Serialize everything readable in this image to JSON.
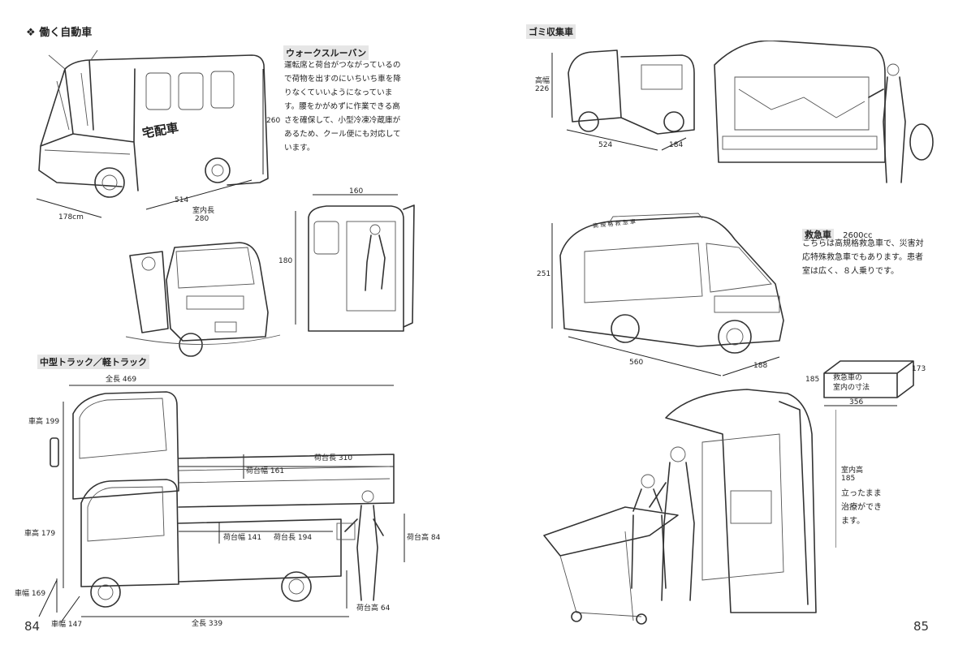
{
  "left_page": {
    "section_title": "働く自動車",
    "van": {
      "title": "ウォークスルーバン",
      "description_lines": [
        "運転席と荷台がつながっているの",
        "で荷物を出すのにいちいち車を降",
        "りなくていいようになっていま",
        "す。腰をかがめずに作業できる高",
        "さを確保して、小型冷凍冷蔵庫が",
        "あるため、クール便にも対応して",
        "います。"
      ],
      "side_text": "宅配車",
      "dims": {
        "height": "260",
        "length": "514",
        "width": "178cm",
        "interior_length": "室内長",
        "interior_length_value": "280",
        "door_width": "160",
        "door_height": "180"
      }
    },
    "truck": {
      "title": "中型トラック／軽トラック",
      "dims": {
        "total_length_large": "全長 469",
        "height_large": "車高 199",
        "bed_length_large": "荷台長 310",
        "bed_width_large": "荷台幅 161",
        "height_small": "車高 179",
        "bed_width_small": "荷台幅 141",
        "bed_length_small": "荷台長 194",
        "bed_height_large": "荷台高 84",
        "bed_height_small": "荷台高 64",
        "width_large": "車幅 169",
        "width_small": "車幅 147",
        "total_length_small": "全長 339"
      }
    },
    "page_number": "84"
  },
  "right_page": {
    "garbage": {
      "title": "ゴミ収集車",
      "dims": {
        "height_label": "高幅",
        "height": "226",
        "length": "524",
        "width": "184"
      }
    },
    "ambulance": {
      "title": "救急車",
      "engine": "2600cc",
      "description_lines": [
        "こちらは高規格救急車で、災害対",
        "応特殊救急車でもあります。患者",
        "室は広く、８人乗りです。"
      ],
      "roof_text": "高 規 格 救 急 車",
      "dims": {
        "height": "251",
        "length": "560",
        "width": "188"
      },
      "interior_box": {
        "label_line1": "救急車の",
        "label_line2": "室内の寸法",
        "height": "185",
        "depth": "173",
        "length": "356"
      },
      "interior_height_label": "室内高",
      "interior_height": "185",
      "note_lines": [
        "立ったまま",
        "治療ができ",
        "ます。"
      ]
    },
    "page_number": "85"
  }
}
